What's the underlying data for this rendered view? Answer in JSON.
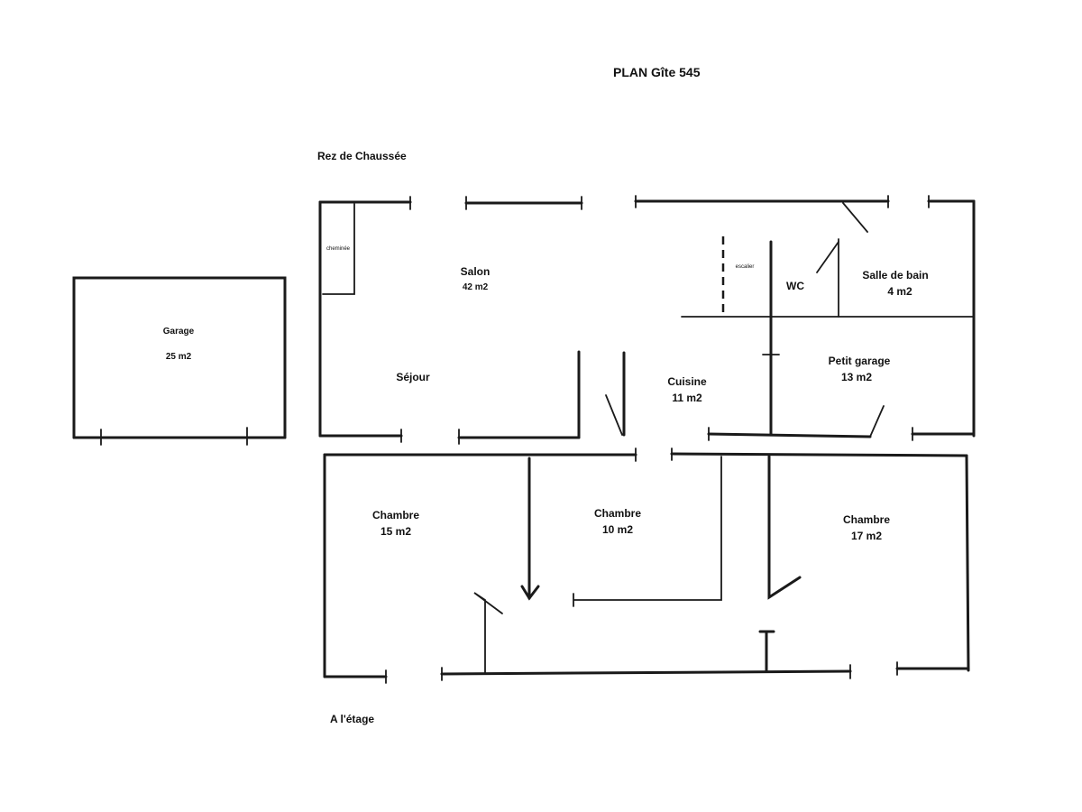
{
  "title": "PLAN Gîte 545",
  "sections": {
    "ground_floor": "Rez de Chaussée",
    "upper_floor": "A l'étage"
  },
  "rooms": {
    "garage": {
      "name": "Garage",
      "area": "25 m2"
    },
    "fireplace": "cheminée",
    "salon": {
      "name": "Salon",
      "area": "42 m2"
    },
    "sejour": "Séjour",
    "stairs": "escalier",
    "wc": "WC",
    "bathroom": {
      "name": "Salle de bain",
      "area": "4 m2"
    },
    "small_garage": {
      "name": "Petit garage",
      "area": "13 m2"
    },
    "kitchen": {
      "name": "Cuisine",
      "area": "11 m2"
    },
    "bedroom1": {
      "name": "Chambre",
      "area": "15 m2"
    },
    "bedroom2": {
      "name": "Chambre",
      "area": "10 m2"
    },
    "bedroom3": {
      "name": "Chambre",
      "area": "17 m2"
    }
  }
}
